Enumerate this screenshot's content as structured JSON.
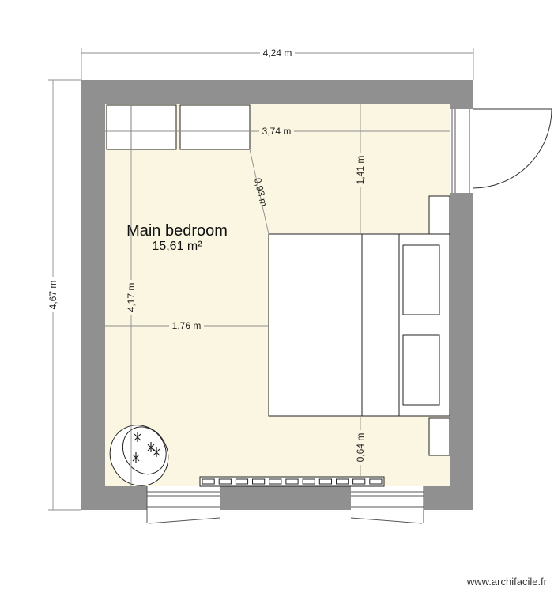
{
  "plan": {
    "title": "Main bedroom",
    "area": "15,61 m²",
    "colors": {
      "wall": "#909090",
      "floor": "#fbf6e1",
      "dimension_line": "#8c8c8c"
    },
    "dimensions": {
      "outer_width": "4,24 m",
      "outer_height": "4,67 m",
      "inner_width": "3,74 m",
      "inner_height": "4,17 m",
      "diagonal": "0,93 m",
      "right_top": "1,41 m",
      "left_to_bed": "1,76 m",
      "bottom_gap": "0,64 m"
    },
    "furniture": [
      "wardrobe",
      "wardrobe",
      "bed",
      "pillow",
      "pillow",
      "nightstand",
      "nightstand",
      "radiator",
      "armchair"
    ],
    "openings": [
      "door",
      "window",
      "window"
    ]
  },
  "footer": {
    "watermark": "www.archifacile.fr"
  }
}
